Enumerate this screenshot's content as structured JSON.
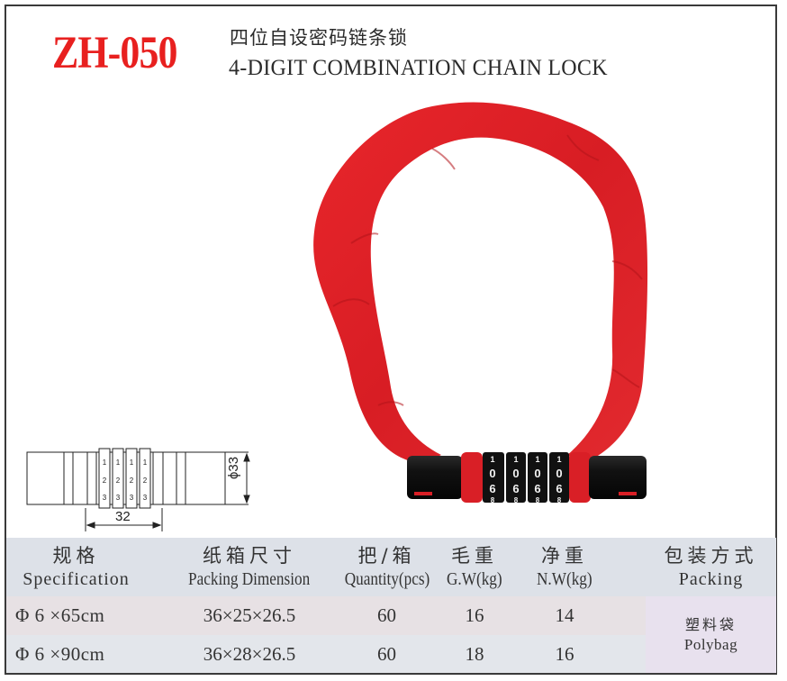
{
  "header": {
    "model_number": "ZH-050",
    "title_cn": "四位自设密码链条锁",
    "title_en": "4-DIGIT COMBINATION CHAIN LOCK"
  },
  "product_image": {
    "description": "red fabric-covered chain lock with black 4-dial combination head",
    "dial_digits_top": [
      "1",
      "1",
      "1",
      "1"
    ],
    "dial_digits_middle": [
      "0",
      "0",
      "0",
      "0"
    ],
    "dial_digits_lower": [
      "6",
      "6",
      "6",
      "6"
    ],
    "dial_digits_bottom": [
      "8",
      "8",
      "8",
      "8"
    ]
  },
  "diagram": {
    "dial_rows": [
      [
        "1",
        "1",
        "1",
        "1"
      ],
      [
        "2",
        "2",
        "2",
        "2"
      ],
      [
        "3",
        "3",
        "3",
        "3"
      ]
    ],
    "width_label": "32",
    "diameter_label": "ϕ33"
  },
  "table": {
    "columns": [
      {
        "cn": "规格",
        "en": "Specification"
      },
      {
        "cn": "纸箱尺寸",
        "en": "Packing Dimension"
      },
      {
        "cn": "把/箱",
        "en": "Quantity(pcs)"
      },
      {
        "cn": "毛重",
        "en": "G.W(kg)"
      },
      {
        "cn": "净重",
        "en": "N.W(kg)"
      },
      {
        "cn": "包装方式",
        "en": "Packing"
      }
    ],
    "rows": [
      {
        "spec": "Φ  6 ×65cm",
        "dimension": "36×25×26.5",
        "quantity": "60",
        "gw": "16",
        "nw": "14"
      },
      {
        "spec": "Φ  6 ×90cm",
        "dimension": "36×28×26.5",
        "quantity": "60",
        "gw": "18",
        "nw": "16"
      }
    ],
    "packing": {
      "cn": "塑料袋",
      "en": "Polybag"
    }
  },
  "colors": {
    "model_red": "#e8201f",
    "chain_red": "#e11d24",
    "header_row_bg": "#dde1e8",
    "row1_bg": "#e7e1e4",
    "row2_bg": "#e3e6eb",
    "packing_bg": "#e8e1ee"
  }
}
